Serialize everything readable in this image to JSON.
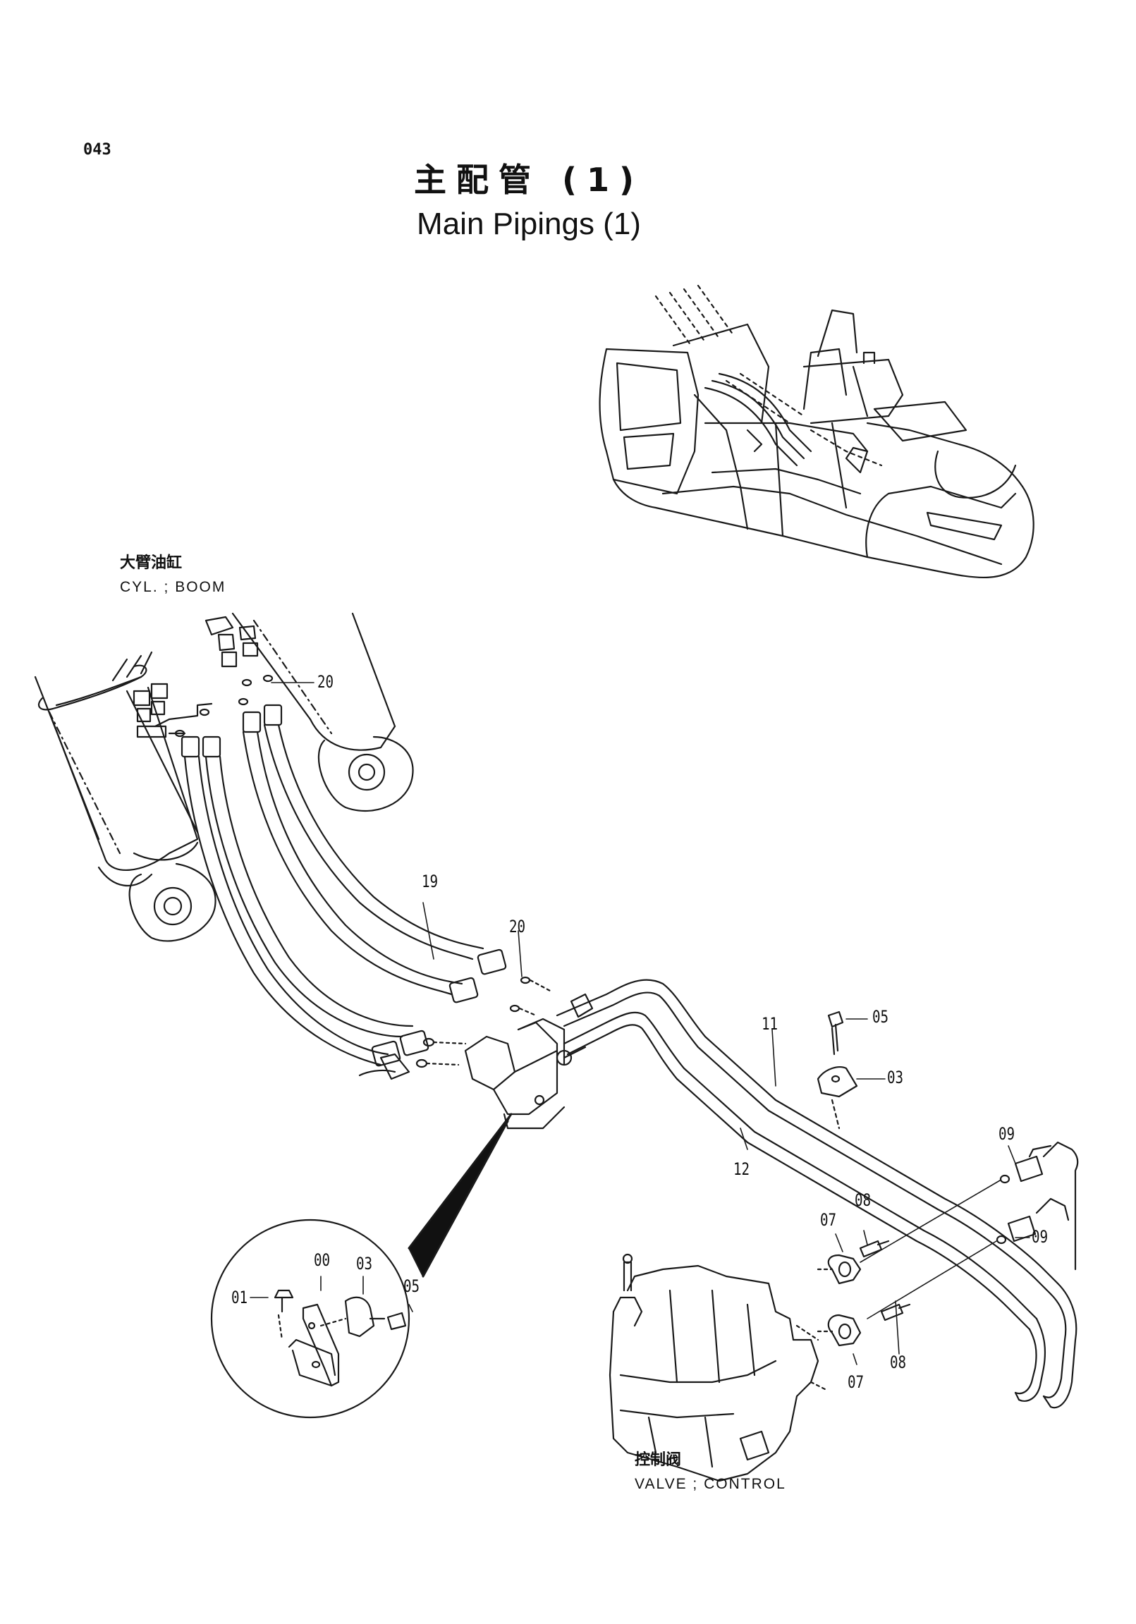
{
  "page_number": "043",
  "title_cn": "主配管 (1)",
  "title_en": "Main Pipings (1)",
  "labels": {
    "boom_cyl_cn": "大臂油缸",
    "boom_cyl_en": "CYL. ; BOOM",
    "control_valve_cn": "控制阀",
    "control_valve_en": "VALVE ; CONTROL"
  },
  "callouts": {
    "c20_top": "20",
    "c19": "19",
    "c20_mid": "20",
    "c11": "11",
    "c05_right": "05",
    "c03_right": "03",
    "c12": "12",
    "c09_top": "09",
    "c09_bottom": "09",
    "c08_top": "08",
    "c07_top": "07",
    "c08_bottom": "08",
    "c07_bottom": "07",
    "c00": "00",
    "c03_detail": "03",
    "c01": "01",
    "c05_detail": "05"
  }
}
